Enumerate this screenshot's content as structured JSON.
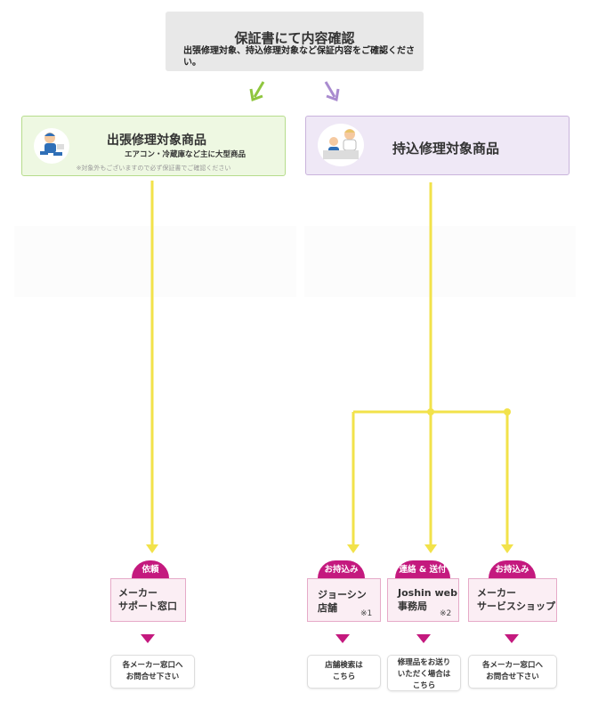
{
  "header": {
    "title": "保証書にて内容確認",
    "body": "出張修理対象、持込修理対象など保証内容をご確認ください。"
  },
  "left_category": {
    "title": "出張修理対象商品",
    "subtitle": "エアコン・冷蔵庫など主に大型商品",
    "note": "※対象外もございますので必ず保証書でご確認ください",
    "icon": "repairman-running-icon"
  },
  "right_category": {
    "title": "持込修理対象商品",
    "icon": "service-counter-icon"
  },
  "destinations": [
    {
      "badge": "依頼",
      "label": "メーカー\nサポート窓口",
      "note": "",
      "link": "各メーカー窓口へ\nお問合せ下さい"
    },
    {
      "badge": "お持込み",
      "label": "ジョーシン\n店舗",
      "note": "※1",
      "link": "店舗検索は\nこちら"
    },
    {
      "badge": "連絡 & 送付",
      "label": "Joshin web\n事務局",
      "note": "※2",
      "link": "修理品をお送り\nいただく場合は\nこちら"
    },
    {
      "badge": "お持込み",
      "label": "メーカー\nサービスショップ",
      "note": "",
      "link": "各メーカー窓口へ\nお問合せ下さい"
    }
  ],
  "colors": {
    "flow_line": "#f2e24a",
    "accent": "#c4197e",
    "arrow_green": "#8fc63f",
    "arrow_purple": "#a98bcf"
  }
}
